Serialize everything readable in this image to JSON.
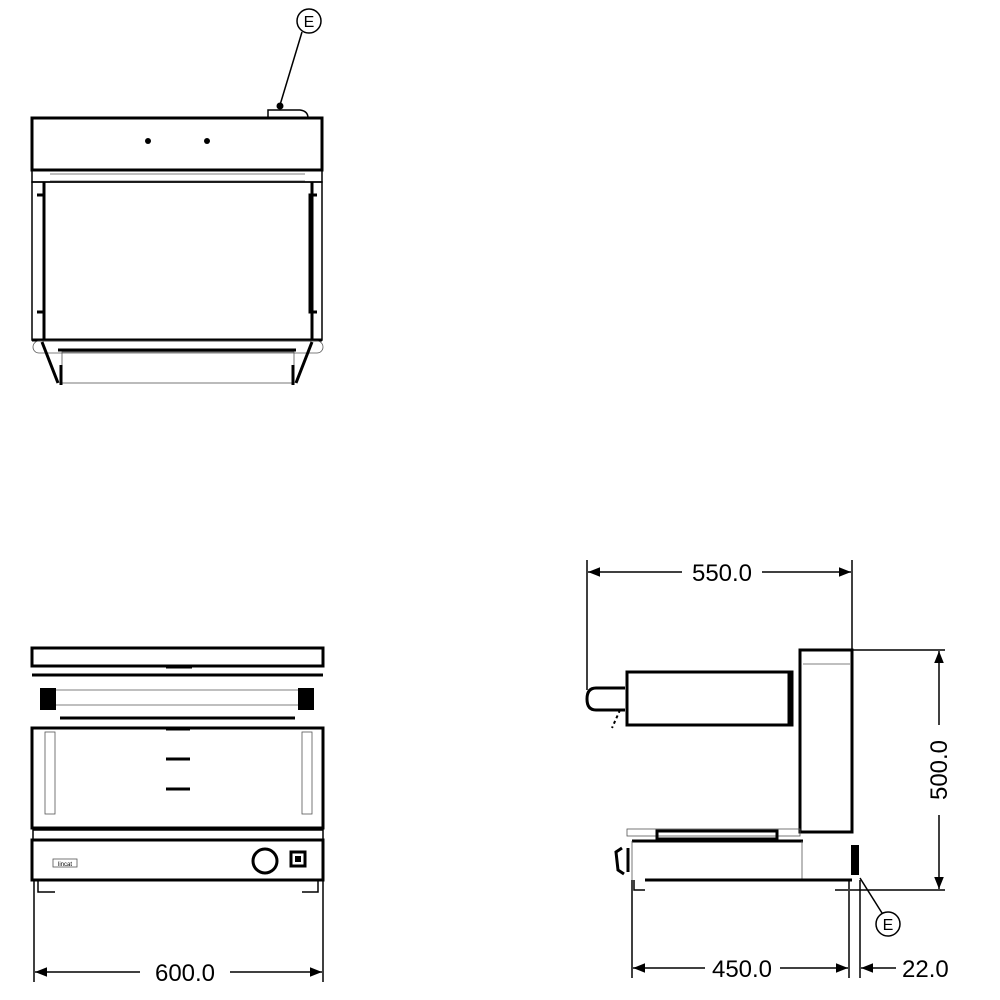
{
  "drawing": {
    "callouts": {
      "top_view": "E",
      "side_view": "E"
    },
    "brand_logo": "lincat",
    "dimensions": {
      "front_width": "600.0",
      "side_depth_top": "550.0",
      "side_height": "500.0",
      "side_base_depth": "450.0",
      "side_offset": "22.0"
    },
    "colors": {
      "line": "#000000",
      "background": "#ffffff"
    }
  }
}
